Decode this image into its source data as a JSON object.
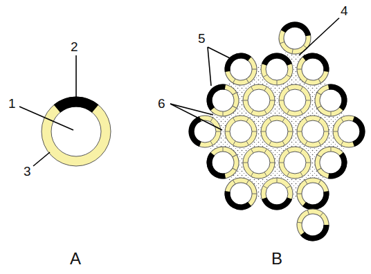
{
  "diagram": {
    "labels": [
      "1",
      "2",
      "3",
      "4",
      "5",
      "6",
      "A",
      "B"
    ]
  }
}
